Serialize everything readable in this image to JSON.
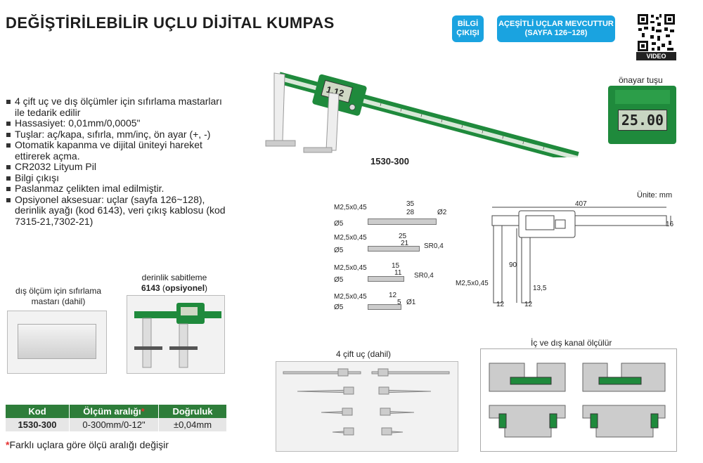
{
  "title": "DEĞİŞTİRİLEBİLİR UÇLU DİJİTAL KUMPAS",
  "badges": {
    "data_output": "BİLGİ ÇIKIŞI",
    "tips_available": "AÇEŞİTLİ UÇLAR MEVCUTTUR (SAYFA 126~128)"
  },
  "video_label": "VIDEO",
  "model_label": "1530-300",
  "preset_key_label": "önayar tuşu",
  "preset_display": "25.00",
  "features": [
    "4 çift uç ve dış ölçümler için sıfırlama mastarları ile tedarik edilir",
    "Hassasiyet: 0,01mm/0,0005\"",
    "Tuşlar: aç/kapa, sıfırla, mm/inç, ön ayar (+, -)",
    "Otomatik kapanma ve dijital üniteyi hareket ettirerek açma.",
    "CR2032 Lityum Pil",
    "Bilgi çıkışı",
    "Paslanmaz çelikten imal edilmiştir.",
    "Opsiyonel aksesuar: uçlar (sayfa 126~128), derinlik ayağı (kod 6143), veri çıkış kablosu (kod 7315-21,7302-21)"
  ],
  "zero_gauge_caption": "dış ölçüm için sıfırlama mastarı (dahil)",
  "depth_caption_line1": "derinlik sabitleme",
  "depth_caption_code": "6143",
  "depth_caption_optional": "opsiyonel",
  "unit_label": "Ünite: mm",
  "tip_dims": [
    {
      "thread": "M2,5x0,45",
      "l1": "35",
      "l2": "28",
      "d": "Ø2",
      "dia": "Ø5",
      "extra": ""
    },
    {
      "thread": "M2,5x0,45",
      "l1": "25",
      "l2": "21",
      "d": "",
      "dia": "Ø5",
      "extra": "SR0,4"
    },
    {
      "thread": "M2,5x0,45",
      "l1": "15",
      "l2": "11",
      "d": "",
      "dia": "Ø5",
      "extra": "SR0,4"
    },
    {
      "thread": "M2,5x0,45",
      "l1": "12",
      "l2": "5",
      "d": "Ø1",
      "dia": "Ø5",
      "extra": ""
    }
  ],
  "main_dims": {
    "length": "407",
    "height": "16",
    "jaw": "90",
    "thread": "M2,5x0,45",
    "w1": "12",
    "w2": "12",
    "h": "13,5"
  },
  "tips_caption": "4 çift uç (dahil)",
  "groove_caption": "İç ve dış kanal ölçülür",
  "table": {
    "headers": [
      "Kod",
      "Ölçüm aralığı",
      "Doğruluk"
    ],
    "asterisk": "*",
    "row": [
      "1530-300",
      "0-300mm/0-12\"",
      "±0,04mm"
    ]
  },
  "footnote_star": "*",
  "footnote": "Farklı uçlara göre ölçü aralığı değişir",
  "colors": {
    "brand_green": "#1f8a3c",
    "badge_blue": "#1aa3e0",
    "table_header": "#2e7d3a"
  }
}
